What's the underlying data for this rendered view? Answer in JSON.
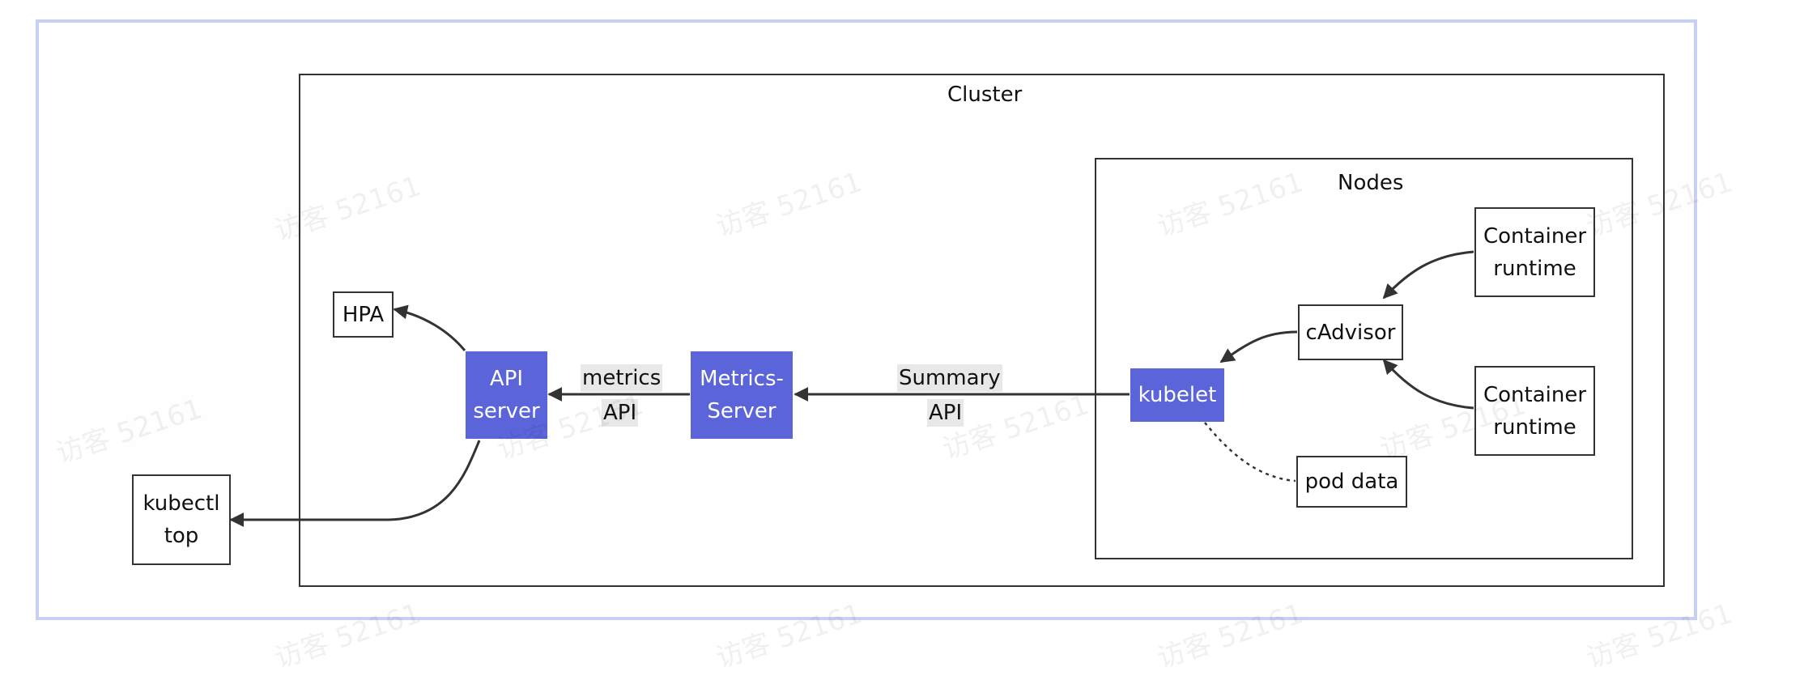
{
  "subgraphs": {
    "cluster": "Cluster",
    "nodes": "Nodes"
  },
  "nodes": {
    "hpa": "HPA",
    "api_server": "API\nserver",
    "kubectl_top": "kubectl\ntop",
    "metrics_server": "Metrics-\nServer",
    "kubelet": "kubelet",
    "cadvisor": "cAdvisor",
    "container_runtime_1": "Container\nruntime",
    "container_runtime_2": "Container\nruntime",
    "pod_data": "pod data"
  },
  "edge_labels": {
    "metrics_api_1": "metrics",
    "metrics_api_2": "API",
    "summary_api_1": "Summary",
    "summary_api_2": "API"
  },
  "watermark": "访客 52161",
  "colors": {
    "accent": "#5b64d9",
    "frame": "#c8d0f2",
    "stroke": "#333333"
  }
}
